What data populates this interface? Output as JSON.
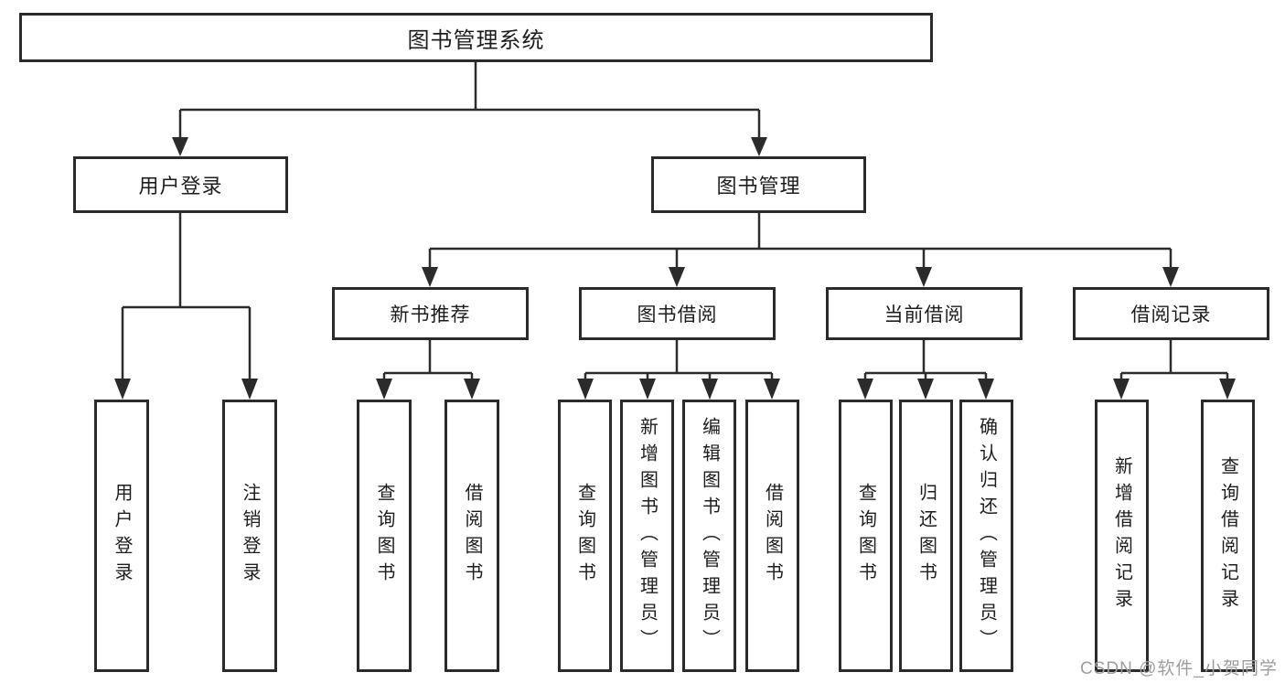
{
  "colors": {
    "line": "#2b2b2b",
    "box_border": "#2b2b2b",
    "box_background": "#ffffff",
    "text": "#1d1d1d",
    "watermark": "#9d9d9d",
    "page_background": "#ffffff"
  },
  "tree": {
    "root": {
      "label": "图书管理系统"
    },
    "level2": [
      {
        "label": "用户登录"
      },
      {
        "label": "图书管理"
      }
    ],
    "level3": [
      {
        "label": "新书推荐"
      },
      {
        "label": "图书借阅"
      },
      {
        "label": "当前借阅"
      },
      {
        "label": "借阅记录"
      }
    ],
    "leaves": {
      "user_login": [
        "用户登录",
        "注销登录"
      ],
      "new_book": [
        "查询图书",
        "借阅图书"
      ],
      "book_borrow": [
        "查询图书",
        "新增图书（管理员）",
        "编辑图书（管理员）",
        "借阅图书"
      ],
      "current_borrow": [
        "查询图书",
        "归还图书",
        "确认归还（管理员）"
      ],
      "borrow_records": [
        "新增借阅记录",
        "查询借阅记录"
      ]
    }
  },
  "watermark": {
    "text": "CSDN @软件_小贺同学"
  }
}
